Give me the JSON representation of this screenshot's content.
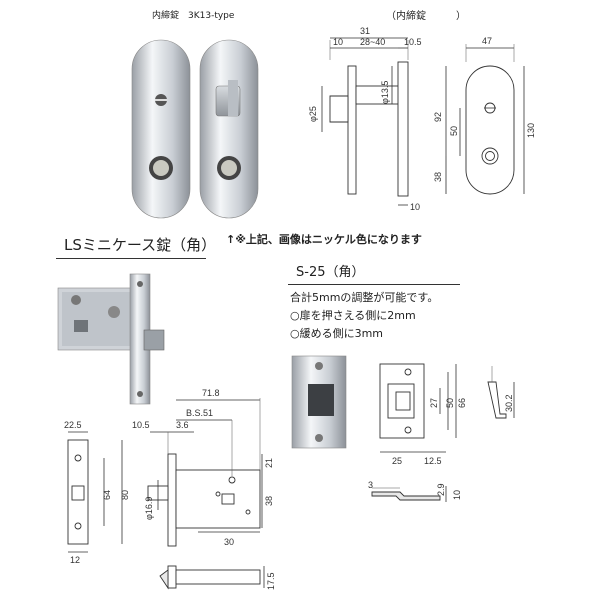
{
  "top": {
    "photo_caption": "内締錠　3K13-type",
    "drawing_caption": "（内締錠　　　）",
    "dims": {
      "d31": "31",
      "d10a": "10",
      "d28_40": "28~40",
      "d10_5": "10.5",
      "phi25": "φ25",
      "phi13_5": "φ13.5",
      "d47": "47",
      "d92": "92",
      "d50": "50",
      "d130": "130",
      "d38": "38",
      "d10b": "10"
    }
  },
  "note": "↑※上記、画像はニッケル色になります",
  "ls": {
    "title": "LSミニケース錠（角）",
    "dims": {
      "d71_8": "71.8",
      "bs51": "B.S.51",
      "d10_5": "10.5",
      "d3_6": "3.6",
      "d22_5": "22.5",
      "d21": "21",
      "d64": "64",
      "d80": "80",
      "phi16_9": "φ16.9",
      "d38": "38",
      "d30": "30",
      "d12": "12",
      "d17_5": "17.5"
    }
  },
  "s25": {
    "title": "S-25（角）",
    "line1": "合計5mmの調整が可能です。",
    "line2": "○扉を押さえる側に2mm",
    "line3": "○緩める側に3mm",
    "dims": {
      "d27": "27",
      "d50": "50",
      "d66": "66",
      "d30_2": "30.2",
      "d25": "25",
      "d12_5": "12.5",
      "d3": "3",
      "d2_9": "2.9",
      "d10": "10"
    }
  }
}
